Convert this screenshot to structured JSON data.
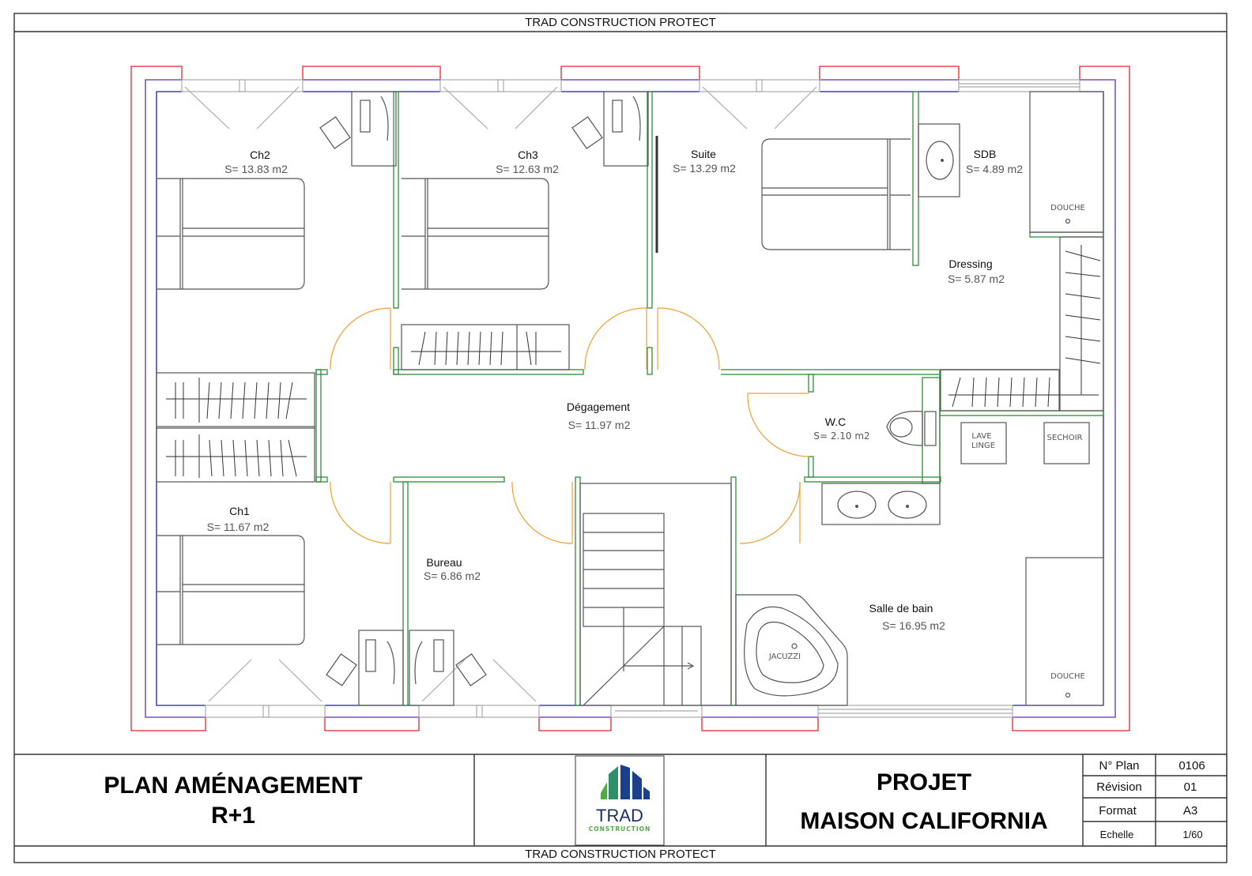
{
  "header": {
    "company_banner": "TRAD CONSTRUCTION PROTECT"
  },
  "footer": {
    "company_banner": "TRAD CONSTRUCTION PROTECT"
  },
  "rooms": [
    {
      "name": "Ch2",
      "area": "S= 13.83 m2"
    },
    {
      "name": "Ch3",
      "area": "S= 12.63 m2"
    },
    {
      "name": "Suite",
      "area": "S= 13.29 m2"
    },
    {
      "name": "SDB",
      "area": "S= 4.89 m2"
    },
    {
      "name": "Dressing",
      "area": "S= 5.87 m2"
    },
    {
      "name": "Dégagement",
      "area": "S= 11.97 m2"
    },
    {
      "name": "W.C",
      "area": "S= 2.10 m2"
    },
    {
      "name": "Ch1",
      "area": "S= 11.67 m2"
    },
    {
      "name": "Bureau",
      "area": "S= 6.86 m2"
    },
    {
      "name": "Salle de bain",
      "area": "S= 16.95 m2"
    }
  ],
  "fixtures": {
    "douche_top": "DOUCHE",
    "douche_bottom": "DOUCHE",
    "lave_linge_1": "LAVE",
    "lave_linge_2": "LINGE",
    "sechoir": "SECHOIR",
    "jacuzzi": "JACUZZI"
  },
  "title_block": {
    "plan_title_line1": "PLAN AMÉNAGEMENT",
    "plan_title_line2": "R+1",
    "logo": {
      "name": "TRAD",
      "subtitle": "CONSTRUCTION",
      "name_color": "#1b2f5e",
      "subtitle_color": "#4cae3c"
    },
    "project_line1": "PROJET",
    "project_line2": "MAISON CALIFORNIA",
    "info": [
      {
        "label": "N° Plan",
        "value": "0106"
      },
      {
        "label": "Révision",
        "value": "01"
      },
      {
        "label": "Format",
        "value": "A3"
      },
      {
        "label": "Echelle",
        "value": "1/60"
      }
    ]
  },
  "colors": {
    "exterior_wall": "#e0262b",
    "wall_insulation": "#5b2fc0",
    "interior_face": "#1f1fa8",
    "partition": "#2e8b3a",
    "door_swing": "#f0a030"
  }
}
